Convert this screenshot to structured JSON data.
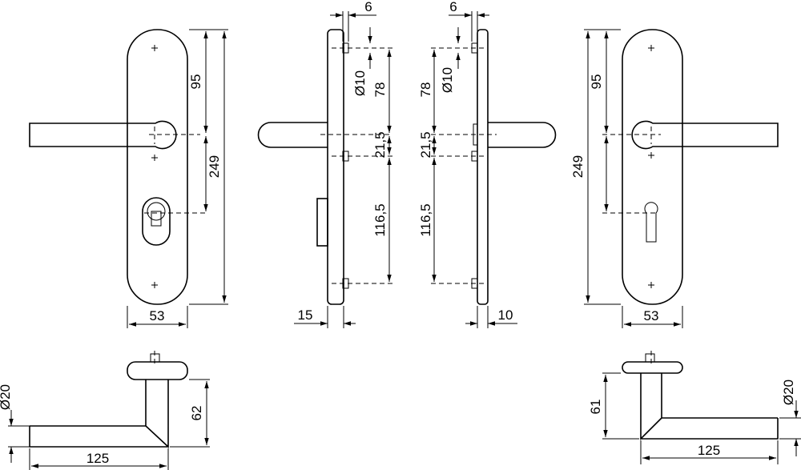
{
  "labels": {
    "dim_95_left": "95",
    "dim_249_left": "249",
    "dim_53_left": "53",
    "dim_6_a": "6",
    "dim_dia10_a": "Ø10",
    "dim_78_a": "78",
    "dim_21_5_a": "21,5",
    "dim_116_5_a": "116,5",
    "dim_15": "15",
    "dim_6_b": "6",
    "dim_dia10_b": "Ø10",
    "dim_78_b": "78",
    "dim_21_5_b": "21,5",
    "dim_116_5_b": "116,5",
    "dim_10": "10",
    "dim_95_right": "95",
    "dim_249_right": "249",
    "dim_53_right": "53",
    "dim_dia20_left": "Ø20",
    "dim_62": "62",
    "dim_125_left": "125",
    "dim_61": "61",
    "dim_dia20_right": "Ø20",
    "dim_125_right": "125"
  }
}
